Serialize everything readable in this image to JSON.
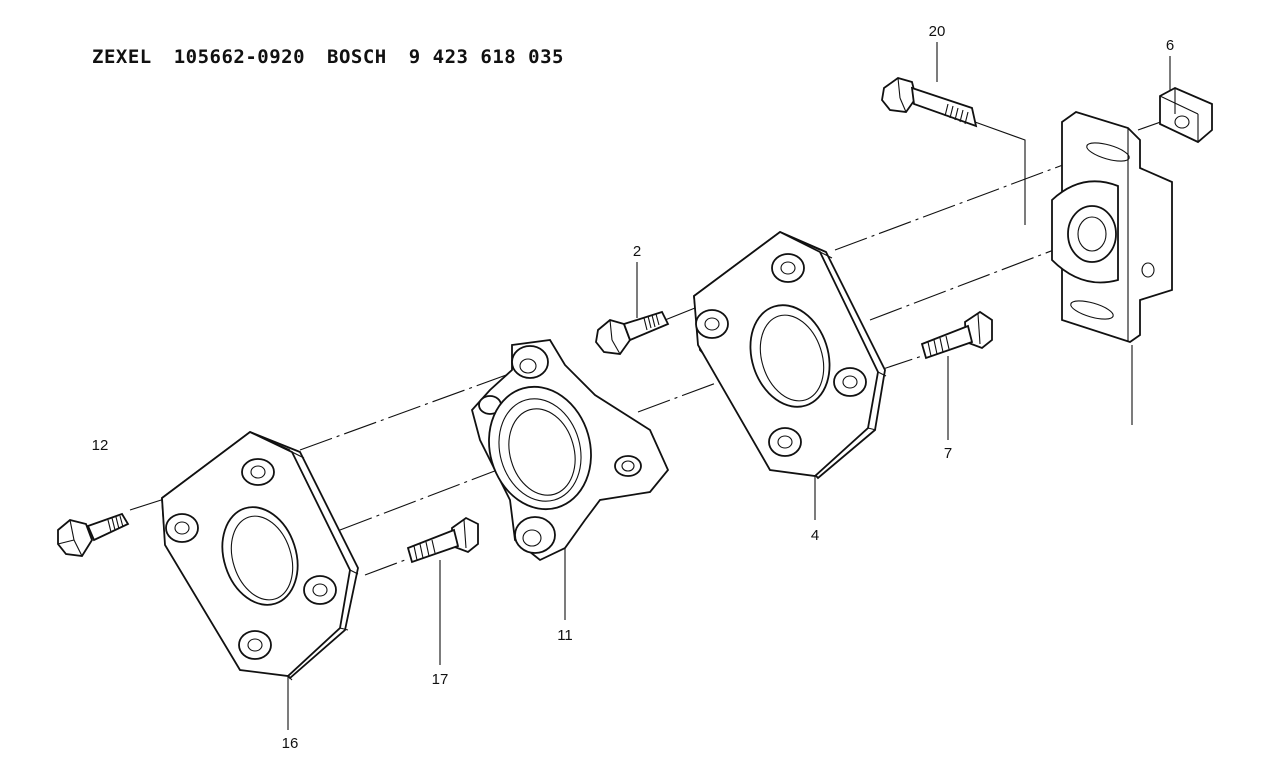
{
  "header": {
    "brand1": "ZEXEL",
    "part1": "105662-0920",
    "brand2": "BOSCH",
    "part2": "9 423 618 035"
  },
  "callouts": {
    "c2": "2",
    "c4": "4",
    "c6": "6",
    "c7": "7",
    "c11": "11",
    "c12": "12",
    "c16": "16",
    "c17": "17",
    "c20": "20"
  }
}
